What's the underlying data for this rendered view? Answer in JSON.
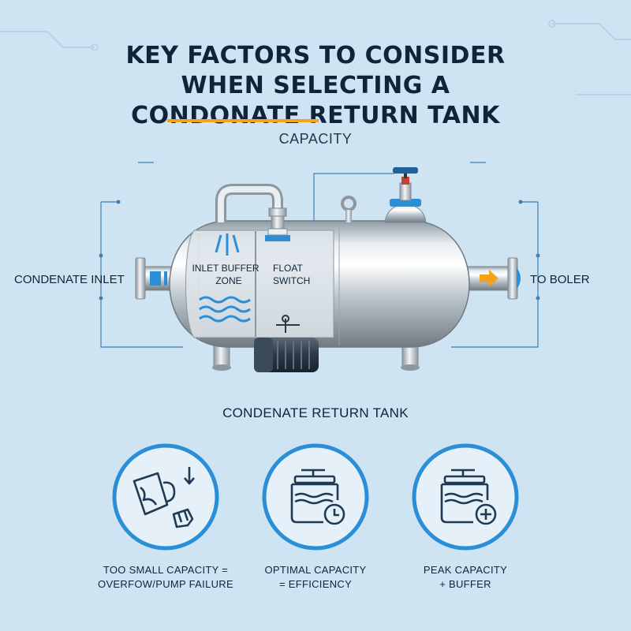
{
  "title": {
    "line1": "KEY FACTORS TO CONSIDER",
    "line2": "WHEN SELECTING A",
    "line3": "CONDONATE RETURN TANK"
  },
  "subtitle": "CAPACITY",
  "diagram": {
    "left_label": "CONDENATE INLET",
    "right_label": "TO BOLER",
    "inlet_zone_line1": "INLET BUFFER",
    "inlet_zone_line2": "ZONE",
    "float_line1": "FLOAT",
    "float_line2": "SWITCH",
    "tank_label": "CONDENATE RETURN TANK"
  },
  "factors": [
    {
      "line1": "TOO SMALL CAPACITY =",
      "line2": "OVERFOW/PUMP FAILURE",
      "icon": "overflow-icon"
    },
    {
      "line1": "OPTIMAL CAPACITY",
      "line2": "= EFFICIENCY",
      "icon": "tank-clock-icon"
    },
    {
      "line1": "PEAK CAPACITY",
      "line2": "+ BUFFER",
      "icon": "tank-plus-icon"
    }
  ],
  "colors": {
    "background": "#cfe4f3",
    "accent_blue": "#2a8fd6",
    "accent_orange": "#f2a21c",
    "text_dark": "#0f2438"
  }
}
